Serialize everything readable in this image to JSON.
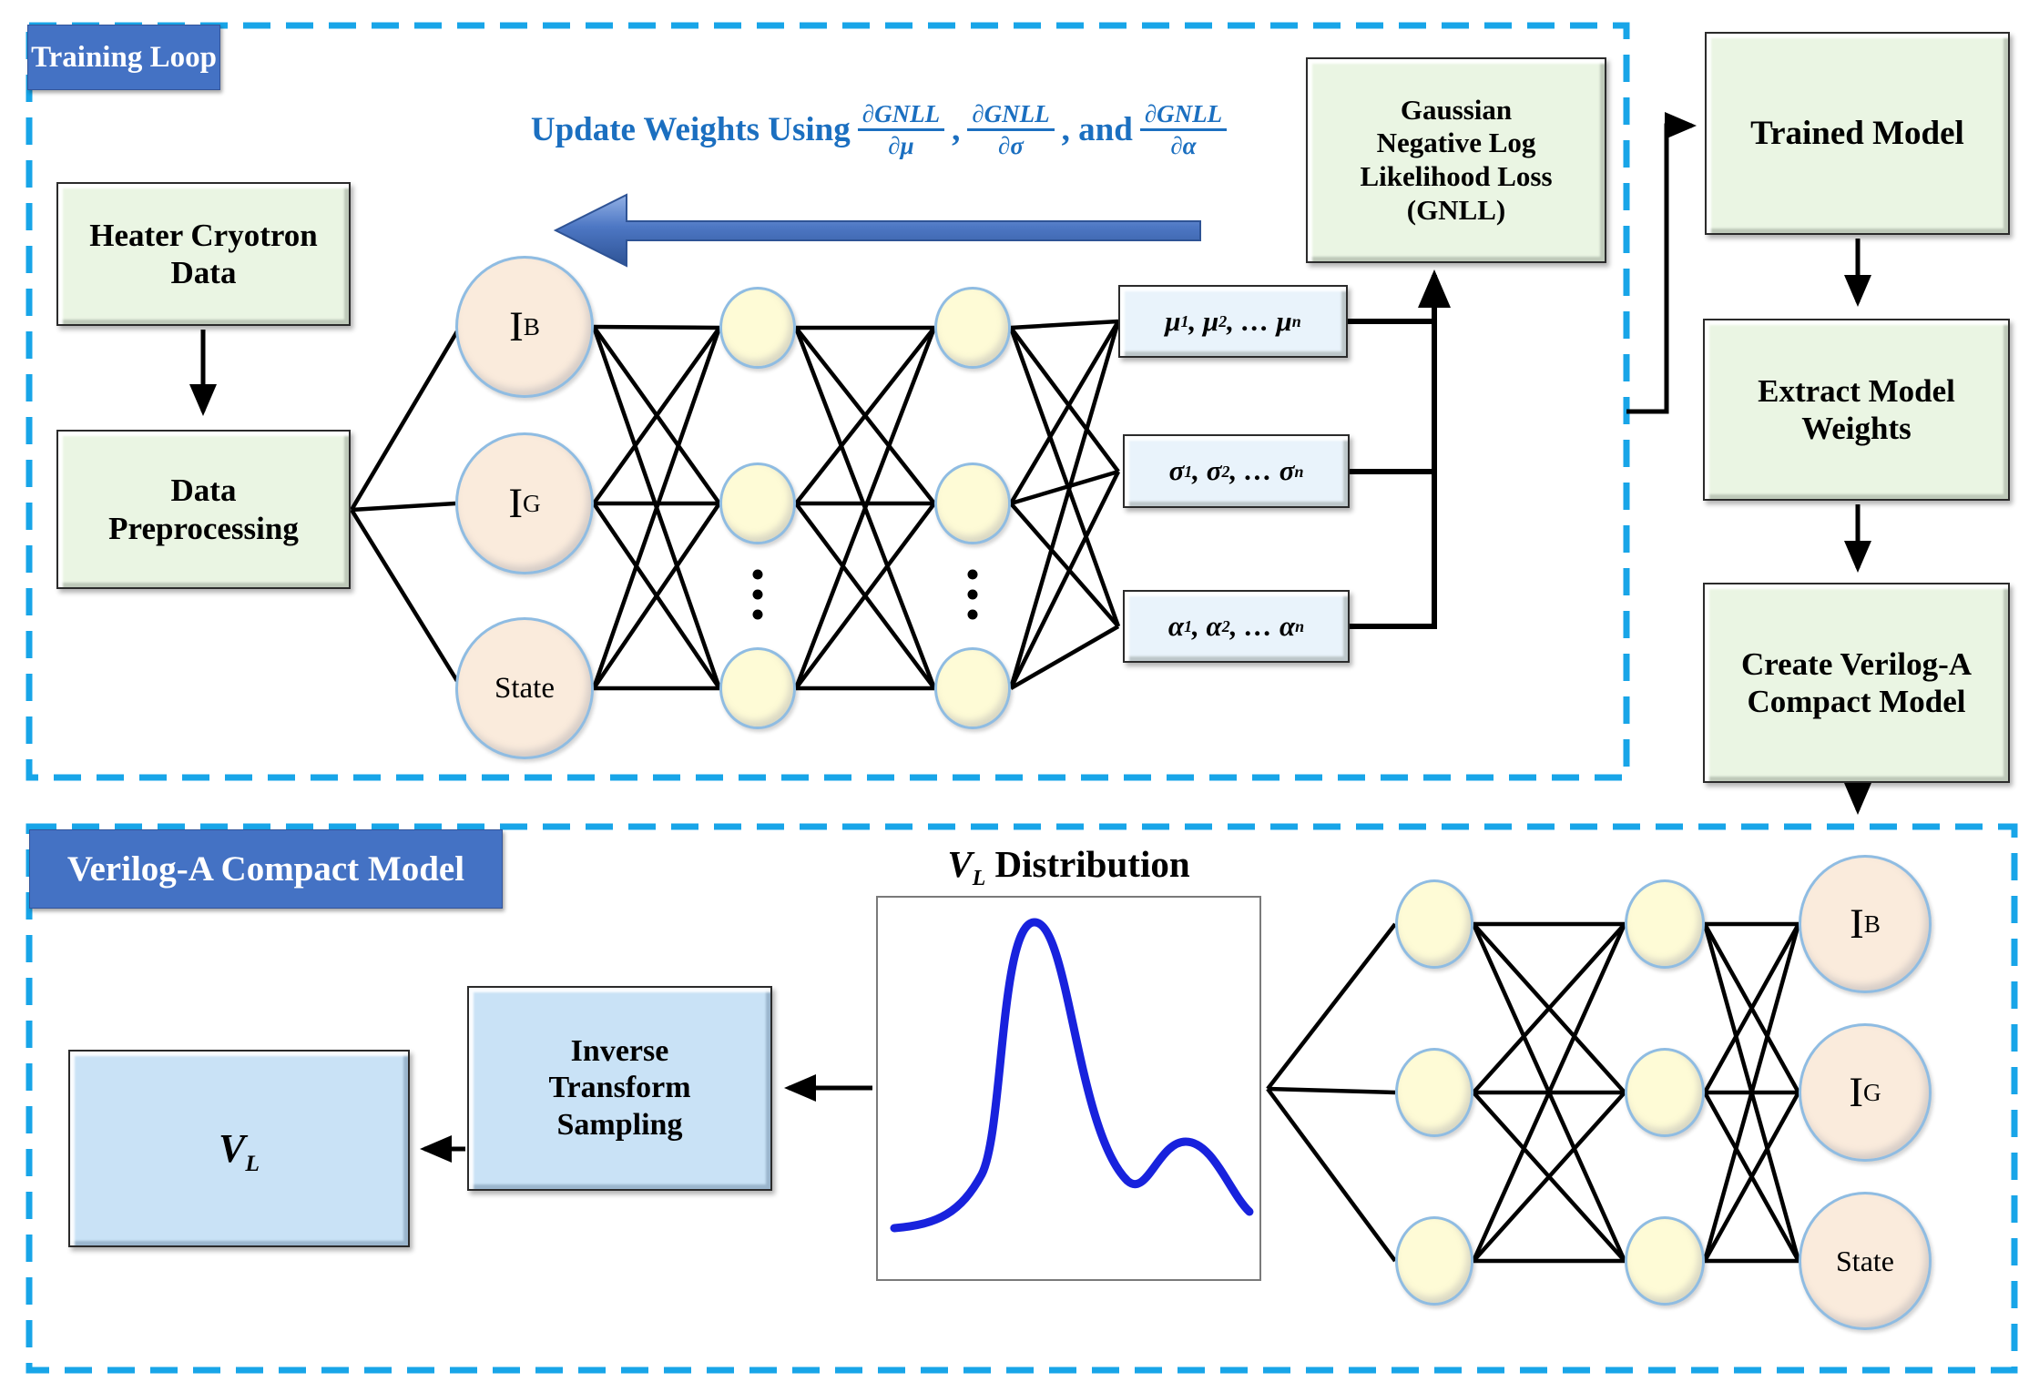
{
  "colors": {
    "dashed_border": "#18A5E8",
    "section_bar": "#4472C4",
    "formula_blue": "#1B6FC0",
    "green_box": "#EAF5E3",
    "light_blue_box": "#E9F3FB",
    "mid_blue_box": "#C9E2F6",
    "node_yellow": "#FEFBD6",
    "node_peach": "#FAEBDC",
    "curve_blue": "#1822DD",
    "big_arrow_blue": "#4D77C4"
  },
  "training_loop": {
    "title": "Training Loop",
    "heater_box": {
      "lines": [
        "Heater Cryotron",
        "Data"
      ]
    },
    "preprocess_box": {
      "lines": [
        "Data",
        "Preprocessing"
      ]
    },
    "gnll_box": {
      "lines": [
        "Gaussian",
        "Negative Log",
        "Likelihood Loss",
        "(GNLL)"
      ]
    },
    "formula": {
      "prefix": "Update Weights Using",
      "f1": {
        "num": "∂GNLL",
        "den": "∂μ"
      },
      "sep1": ",",
      "f2": {
        "num": "∂GNLL",
        "den": "∂σ"
      },
      "sep2": ", and",
      "f3": {
        "num": "∂GNLL",
        "den": "∂α"
      }
    },
    "inputs": {
      "ib": {
        "base": "I",
        "sub": "B"
      },
      "ig": {
        "base": "I",
        "sub": "G"
      },
      "state": "State"
    },
    "outputs": {
      "mu": {
        "t1": "μ",
        "s1": "1",
        "t2": ", μ",
        "s2": "2",
        "t3": ", … μ",
        "s3": "n"
      },
      "sigma": {
        "t1": "σ",
        "s1": "1",
        "t2": ", σ",
        "s2": "2",
        "t3": ", … σ",
        "s3": "n"
      },
      "alpha": {
        "t1": "α",
        "s1": "1",
        "t2": ", α",
        "s2": "2",
        "t3": ", … α",
        "s3": "n"
      }
    }
  },
  "pipeline": {
    "trained_box": {
      "lines": [
        "Trained Model"
      ]
    },
    "extract_box": {
      "lines": [
        "Extract Model",
        "Weights"
      ]
    },
    "create_box": {
      "lines": [
        "Create Verilog-A",
        "Compact Model"
      ]
    }
  },
  "compact_model": {
    "title": "Verilog-A Compact Model",
    "vl_box": {
      "base": "V",
      "sub": "L"
    },
    "inverse_box": {
      "lines": [
        "Inverse",
        "Transform",
        "Sampling"
      ]
    },
    "dist_title": {
      "base": "V",
      "sub": "L",
      "rest": " Distribution"
    },
    "inputs": {
      "ib": {
        "base": "I",
        "sub": "B"
      },
      "ig": {
        "base": "I",
        "sub": "G"
      },
      "state": "State"
    }
  },
  "chart_data": {
    "type": "line",
    "title": "V_L Distribution",
    "description": "Bimodal probability-density curve of V_L shown in inset panel; axes unlabeled",
    "x_normalized": [
      0.0,
      0.06,
      0.12,
      0.18,
      0.24,
      0.3,
      0.36,
      0.41,
      0.48,
      0.54,
      0.6,
      0.65,
      0.72,
      0.8,
      0.86,
      0.92,
      0.97
    ],
    "y_normalized": [
      0.02,
      0.03,
      0.05,
      0.12,
      0.35,
      0.75,
      0.97,
      0.9,
      0.55,
      0.28,
      0.14,
      0.11,
      0.2,
      0.36,
      0.3,
      0.18,
      0.07
    ],
    "line_color": "#1822DD",
    "grid": false,
    "legend": false
  }
}
